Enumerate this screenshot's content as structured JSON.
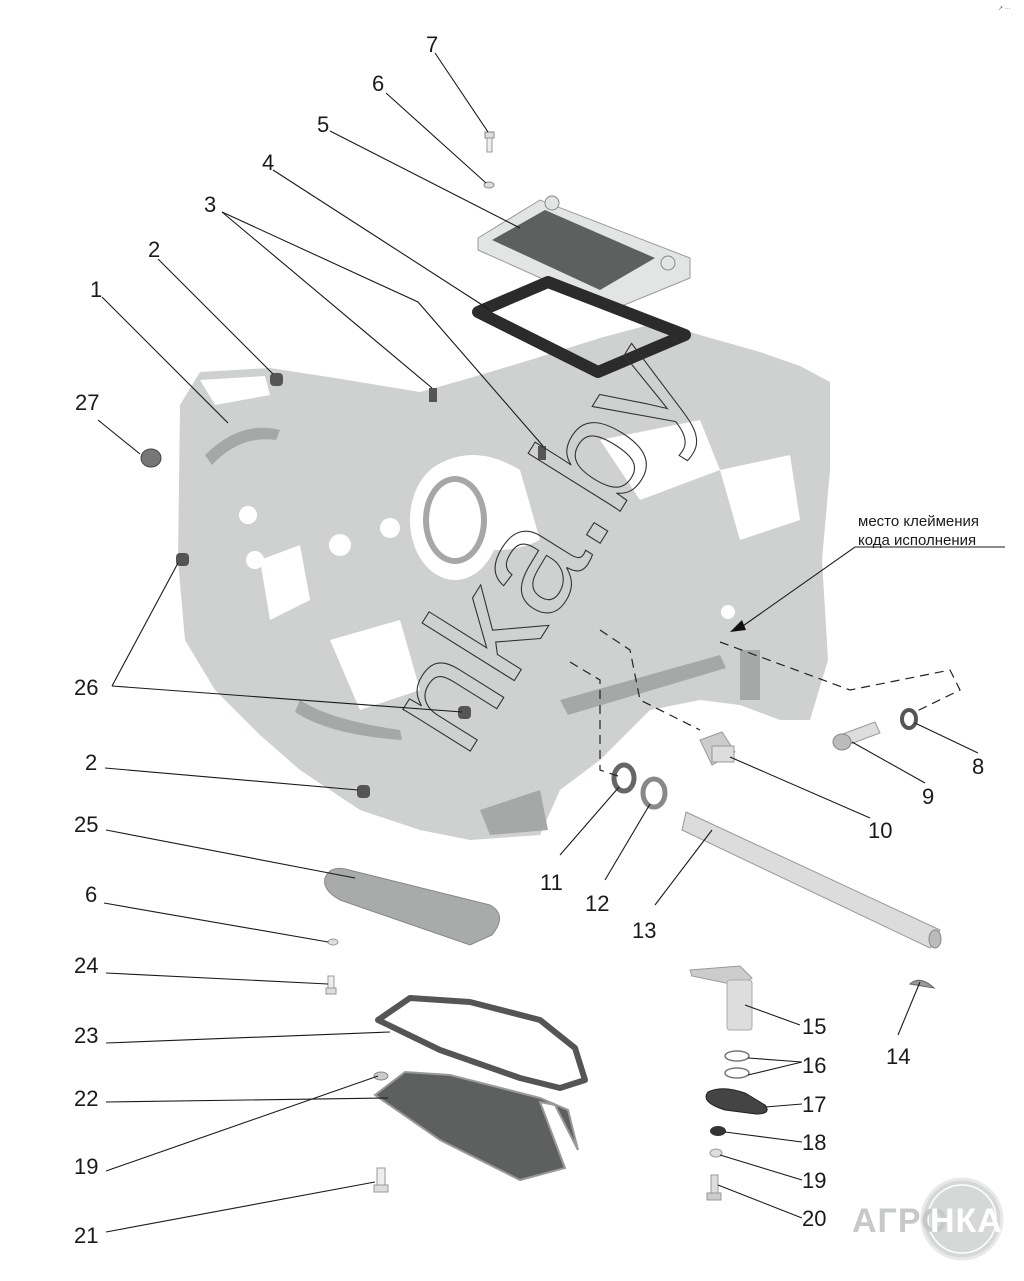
{
  "diagram": {
    "title": "Exploded view of transmission housing with covers and fasteners",
    "corner_mark": "↗ ···",
    "annotation": {
      "line1": "место клеймения",
      "line2": "кода исполнения"
    },
    "watermark": "nka.by",
    "logo": {
      "left": "АГРО",
      "right": "НКА"
    },
    "callouts": [
      {
        "id": "c7",
        "label": "7"
      },
      {
        "id": "c6a",
        "label": "6"
      },
      {
        "id": "c5",
        "label": "5"
      },
      {
        "id": "c4",
        "label": "4"
      },
      {
        "id": "c3",
        "label": "3"
      },
      {
        "id": "c2a",
        "label": "2"
      },
      {
        "id": "c1",
        "label": "1"
      },
      {
        "id": "c27",
        "label": "27"
      },
      {
        "id": "c26",
        "label": "26"
      },
      {
        "id": "c2b",
        "label": "2"
      },
      {
        "id": "c25",
        "label": "25"
      },
      {
        "id": "c6b",
        "label": "6"
      },
      {
        "id": "c24",
        "label": "24"
      },
      {
        "id": "c23",
        "label": "23"
      },
      {
        "id": "c22",
        "label": "22"
      },
      {
        "id": "c19a",
        "label": "19"
      },
      {
        "id": "c21",
        "label": "21"
      },
      {
        "id": "c8",
        "label": "8"
      },
      {
        "id": "c9",
        "label": "9"
      },
      {
        "id": "c10",
        "label": "10"
      },
      {
        "id": "c11",
        "label": "11"
      },
      {
        "id": "c12",
        "label": "12"
      },
      {
        "id": "c13",
        "label": "13"
      },
      {
        "id": "c14",
        "label": "14"
      },
      {
        "id": "c15",
        "label": "15"
      },
      {
        "id": "c16",
        "label": "16"
      },
      {
        "id": "c17",
        "label": "17"
      },
      {
        "id": "c18",
        "label": "18"
      },
      {
        "id": "c19b",
        "label": "19"
      },
      {
        "id": "c20",
        "label": "20"
      }
    ],
    "colors": {
      "housing": "#cfd0d0",
      "dark_part": "#5e6060",
      "gasket": "#2b2b2b",
      "logo": "#c7c9c9"
    }
  }
}
